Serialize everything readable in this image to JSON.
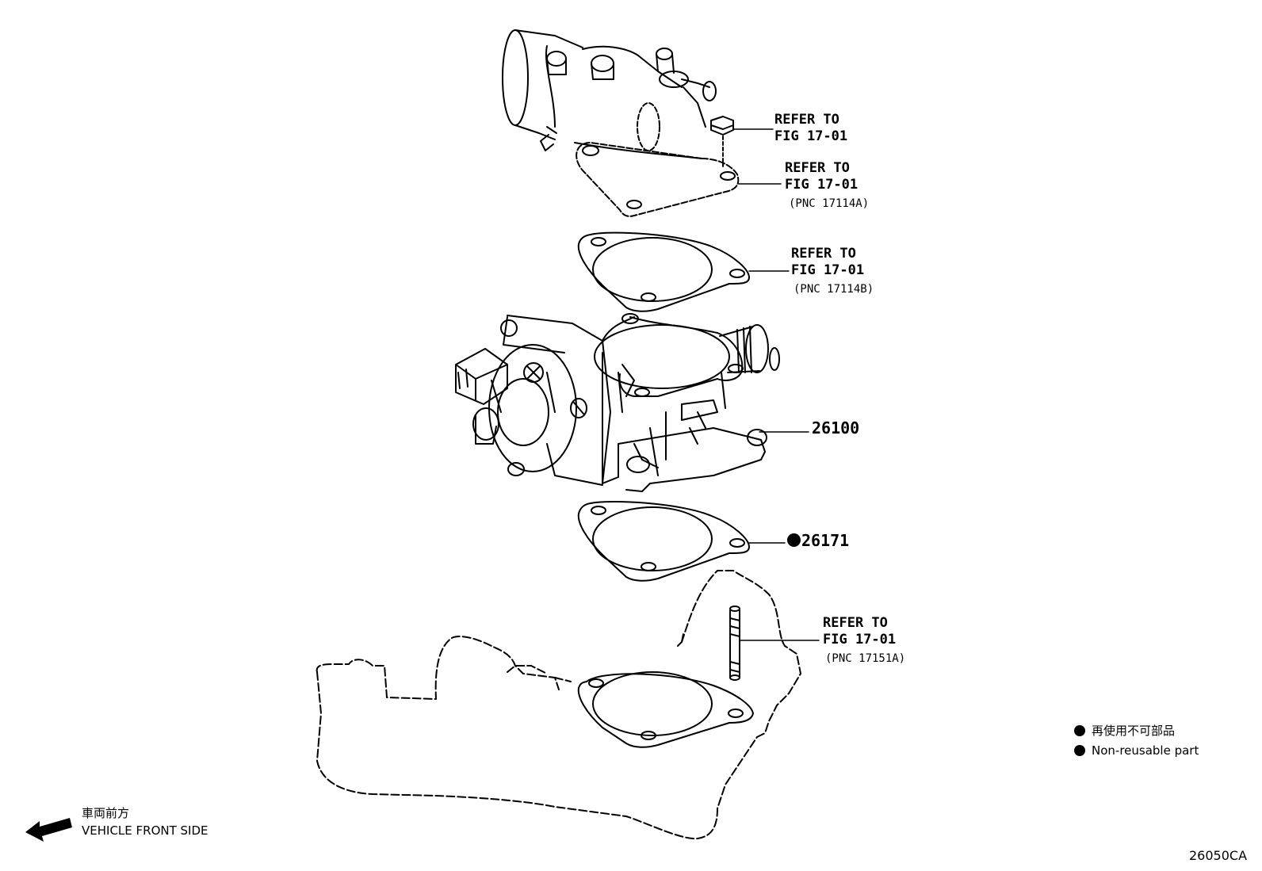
{
  "callouts": {
    "bolt": {
      "line1": "REFER TO",
      "line2": "FIG 17-01"
    },
    "water_outlet": {
      "line1": "REFER TO",
      "line2": "FIG 17-01",
      "pnc": "(PNC 17114A)"
    },
    "upper_gasket": {
      "line1": "REFER TO",
      "line2": "FIG 17-01",
      "pnc": "(PNC 17114B)"
    },
    "stud": {
      "line1": "REFER TO",
      "line2": "FIG 17-01",
      "pnc": "(PNC 17151A)"
    }
  },
  "parts": {
    "throttle_body": "26100",
    "gasket": "26171"
  },
  "legend": {
    "non_reusable_jp": "再使用不可部品",
    "non_reusable_en": "Non-reusable part"
  },
  "direction": {
    "jp": "車両前方",
    "en": "VEHICLE FRONT SIDE"
  },
  "figure_code": "26050CA"
}
